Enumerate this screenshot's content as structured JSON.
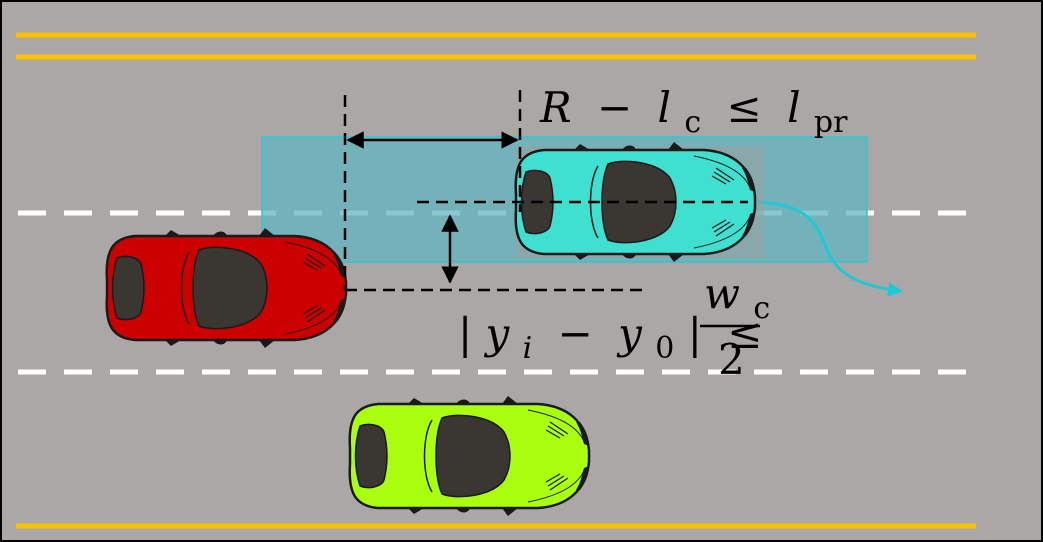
{
  "diagram": {
    "colors": {
      "road": "#aba7a6",
      "border": "#000000",
      "yellow_line": "#ffc000",
      "lane_dash": "#ffffff",
      "detection_zone": "#62b5c1",
      "detection_zone_stroke": "#2ec7d0",
      "trajectory": "#1fc8d4",
      "car_red": "#cc0000",
      "car_cyan": "#40e0d0",
      "car_green": "#aaff10",
      "window": "#3a3632",
      "dimension_line": "#000000"
    },
    "cars": [
      {
        "name": "ego-car",
        "color": "car_red"
      },
      {
        "name": "target-car",
        "color": "car_cyan"
      },
      {
        "name": "adjacent-car",
        "color": "car_green"
      }
    ],
    "formula_longitudinal": {
      "R": "R",
      "minus": "−",
      "l": "l",
      "c": "c",
      "leq": "≤",
      "l2": "l",
      "pr": "pr"
    },
    "formula_lateral": {
      "bar_open": "|",
      "y": "y",
      "i": "i",
      "minus": "−",
      "y0": "y",
      "zero": "0",
      "bar_close": "|",
      "leq": "≤",
      "w": "w",
      "c": "c",
      "denominator": "2"
    }
  }
}
